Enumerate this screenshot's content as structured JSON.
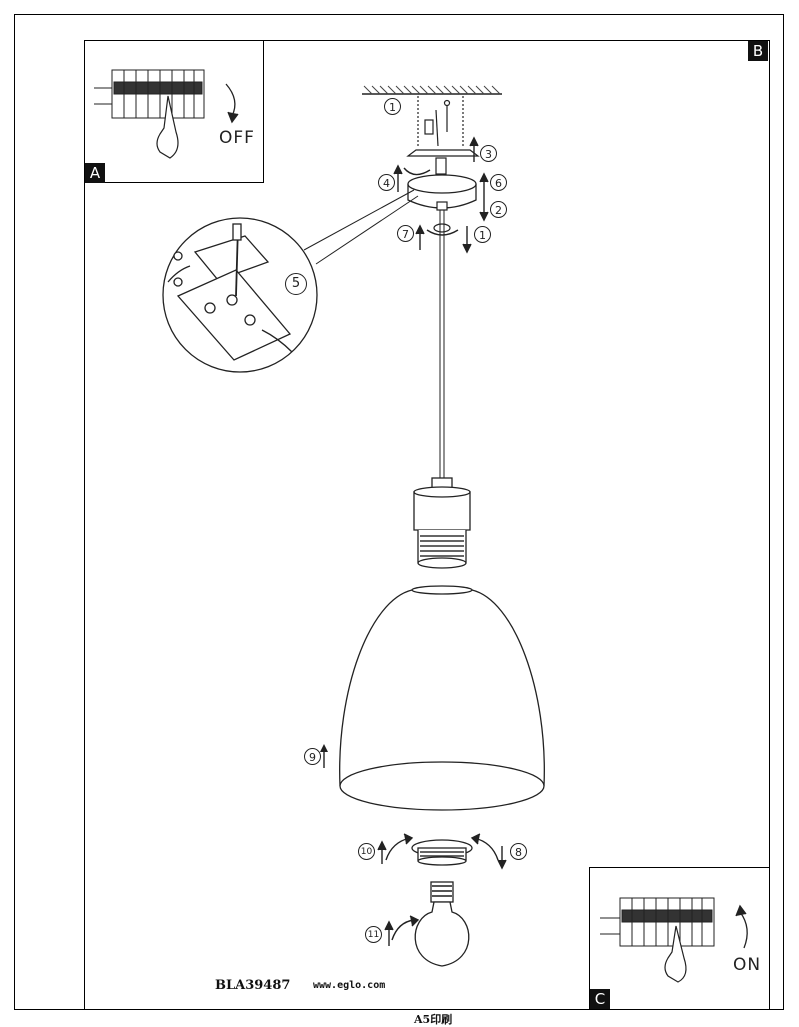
{
  "insets": {
    "a": {
      "letter": "A",
      "state_label": "OFF"
    },
    "b": {
      "letter": "B"
    },
    "c": {
      "letter": "C",
      "state_label": "ON"
    }
  },
  "steps": {
    "s1": "1",
    "s2": "2",
    "s3": "3",
    "s4": "4",
    "s5": "5",
    "s6": "6",
    "s7": "7",
    "s8": "8",
    "s9": "9",
    "s10": "10",
    "s11": "11"
  },
  "footer": {
    "model": "BLA39487",
    "url": "www.eglo.com",
    "print_note": "A5印刷"
  },
  "icons": [
    "circuit-breaker-icon",
    "hand-icon",
    "rotate-arrow-icon",
    "screwdriver-icon",
    "light-bulb-icon"
  ]
}
